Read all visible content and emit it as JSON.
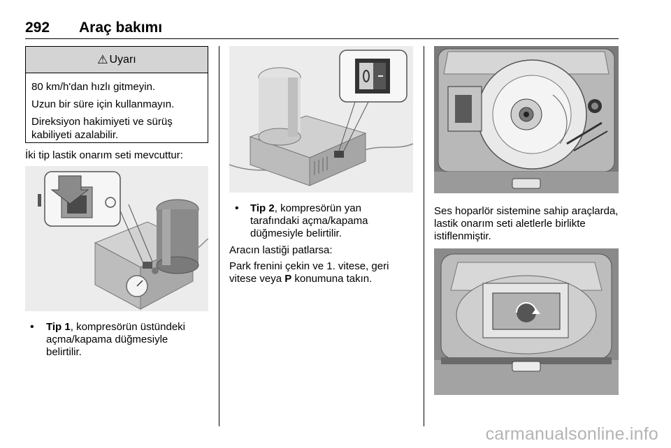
{
  "header": {
    "page_number": "292",
    "section_title": "Araç bakımı"
  },
  "warning": {
    "icon": "warning-triangle-icon",
    "title": "Uyarı",
    "lines": [
      "80 km/h'dan hızlı gitmeyin.",
      "Uzun bir süre için kullanmayın.",
      "Direksiyon hakimiyeti ve sürüş kabiliyeti azalabilir."
    ]
  },
  "col1": {
    "intro": "İki tip lastik onarım seti mevcuttur:",
    "bullet_label": "Tip 1",
    "bullet_text": ", kompresörün üstündeki açma/kapama düğmesiyle belirtilir."
  },
  "col2": {
    "bullet_label": "Tip 2",
    "bullet_text": ", kompresörün yan tarafındaki açma/kapama düğmesiyle belirtilir.",
    "para1": "Aracın lastiği patlarsa:",
    "para2_before": "Park frenini çekin ve 1. vitese, geri vitese veya ",
    "para2_bold": "P",
    "para2_after": " konumuna takın."
  },
  "col3": {
    "caption": "Ses hoparlör sistemine sahip araçlarda, lastik onarım seti aletlerle birlikte istiflenmiştir."
  },
  "footer": {
    "watermark": "carmanualsonline.info"
  }
}
